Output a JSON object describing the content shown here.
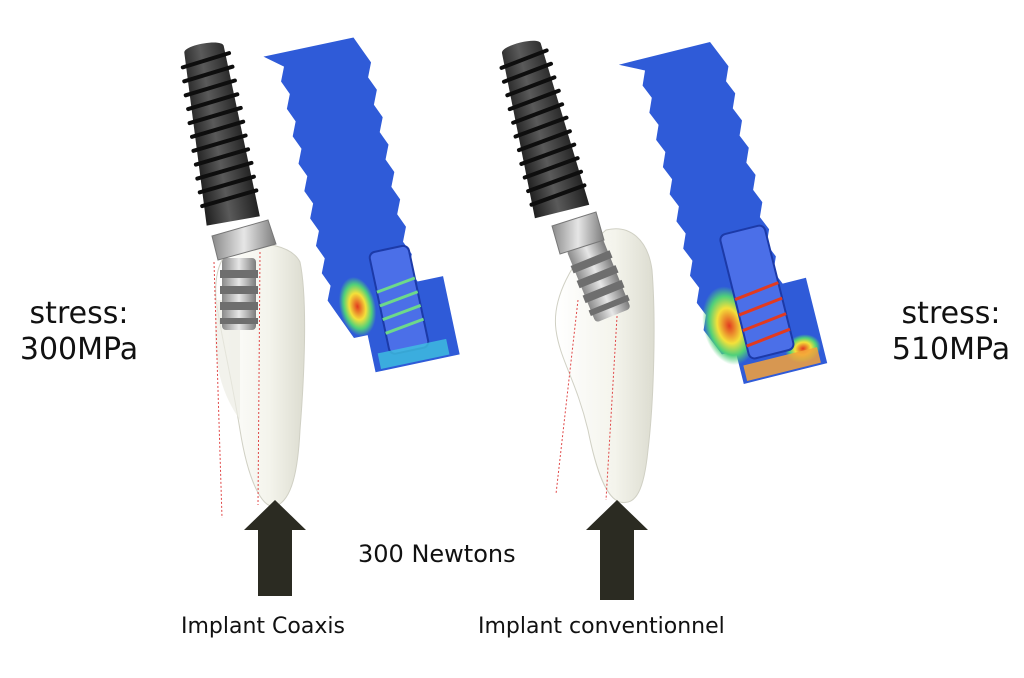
{
  "left_panel": {
    "stress_word": "stress:",
    "stress_value": "300MPa",
    "caption": "Implant Coaxis"
  },
  "right_panel": {
    "stress_word": "stress:",
    "stress_value": "510MPa",
    "caption": "Implant conventionnel"
  },
  "force_label": "300 Newtons",
  "colors": {
    "implant_dark": "#3a3a3a",
    "metal": "#b8b8b8",
    "crown": "#f2f2ea",
    "fea_blue": "#2f5bd8",
    "fea_red": "#e23a1f",
    "fea_yellow": "#f4e13a",
    "fea_green": "#4fd07a",
    "arrow": "#2b2b22",
    "axis_line": "#e04848"
  }
}
